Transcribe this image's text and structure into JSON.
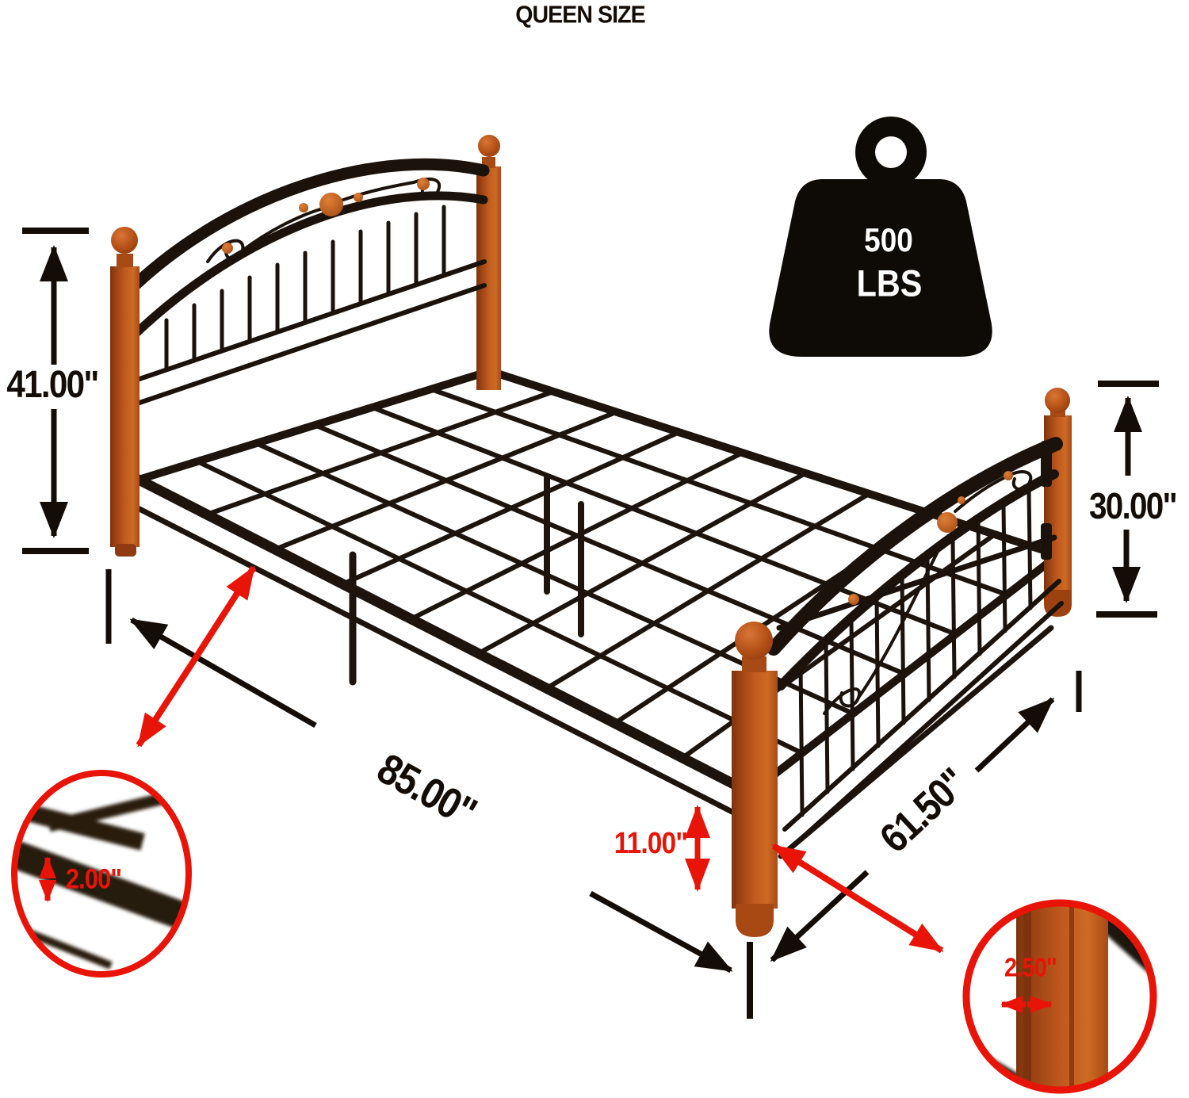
{
  "title": "QUEEN SIZE",
  "weight_capacity": {
    "value": "500",
    "unit": "LBS"
  },
  "dimensions": {
    "headboard_height": "41.00\"",
    "footboard_height": "30.00\"",
    "length": "85.00\"",
    "width": "61.50\"",
    "under_bed_clearance": "11.00\"",
    "rail_detail_height": "2.00\"",
    "post_detail_width": "2.50\""
  },
  "icons": {
    "weight_icon": "weight-kettlebell",
    "magnifier_left": "zoom-circle-rail-detail",
    "magnifier_right": "zoom-circle-post-detail"
  },
  "colors": {
    "annotation_black": "#140d07",
    "annotation_red": "#e81408",
    "wood": "#bf5a1f",
    "metal": "#1d150d",
    "background": "#ffffff"
  }
}
